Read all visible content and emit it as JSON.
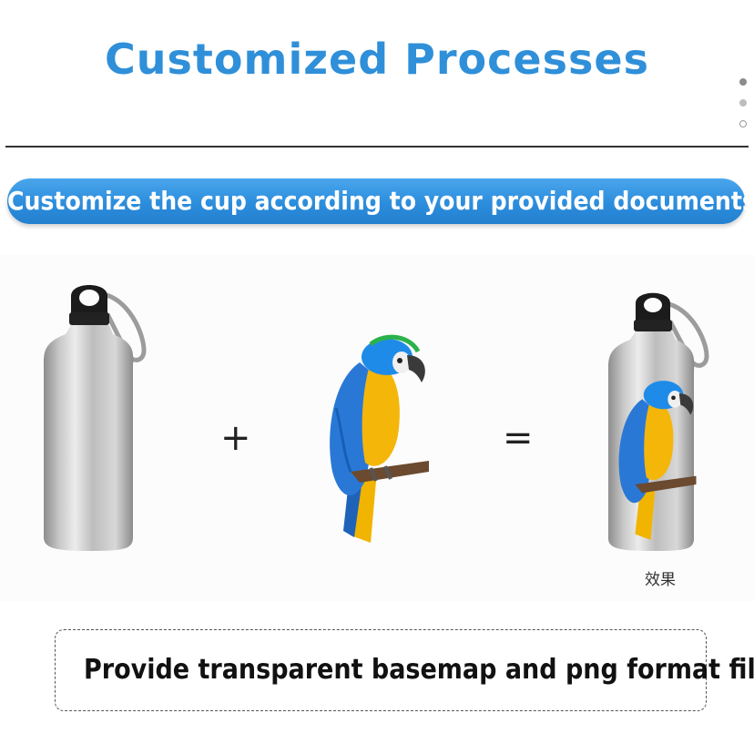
{
  "header": {
    "title": "Customized Processes"
  },
  "pager": {
    "dots": [
      "active",
      "inactive",
      "outline"
    ]
  },
  "banner": {
    "text": "Customize the cup according to your provided documents"
  },
  "equation": {
    "plus": "+",
    "equals": "=",
    "items": [
      "blank-silver-bottle-icon",
      "parrot-image",
      "printed-bottle-icon"
    ]
  },
  "result": {
    "caption": "效果"
  },
  "note": {
    "text": "Provide transparent basemap and png format files"
  },
  "colors": {
    "title": "#2f8fd9",
    "banner": "#2c8ddc",
    "bottle": "#b8b8b8"
  }
}
